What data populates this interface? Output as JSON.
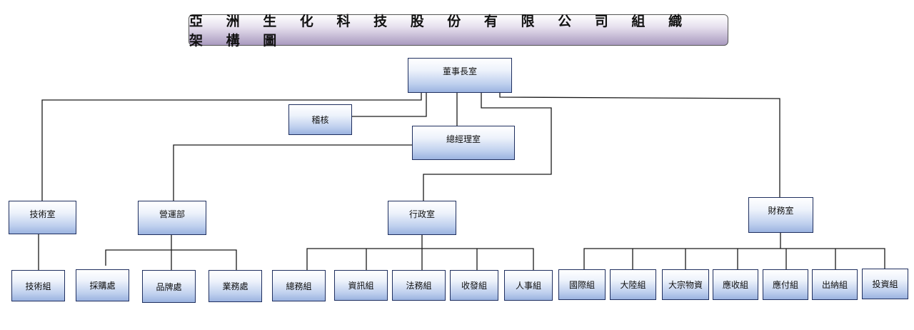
{
  "title": "亞 洲 生 化 科 技 股 份 有 限 公 司 組 織 架 構 圖",
  "nodes": {
    "chairman": "董事長室",
    "audit": "稽核",
    "gm": "總經理室",
    "tech_office": "技術室",
    "operations": "營運部",
    "admin": "行政室",
    "finance": "財務室",
    "tech_group": "技術組",
    "procurement": "採購處",
    "brand": "品牌處",
    "business": "業務處",
    "general_affairs": "總務組",
    "info": "資訊組",
    "legal": "法務組",
    "mail": "收發組",
    "hr": "人事組",
    "intl": "國際組",
    "mainland": "大陸組",
    "commodities": "大宗物資",
    "receivable": "應收組",
    "payable": "應付組",
    "cashier": "出納組",
    "investment": "投資組"
  }
}
